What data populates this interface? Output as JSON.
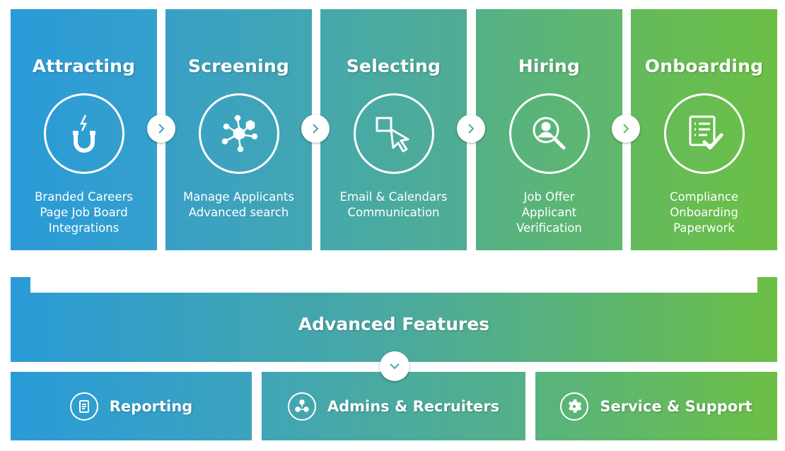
{
  "colors": {
    "blue": "#2a9bd8",
    "teal": "#4aa9a1",
    "green": "#6cbf45",
    "white": "#ffffff"
  },
  "stages": [
    {
      "title": "Attracting",
      "icon": "magnet-icon",
      "lines": [
        "Branded Careers",
        "Page Job Board",
        "Integrations"
      ]
    },
    {
      "title": "Screening",
      "icon": "network-icon",
      "lines": [
        "Manage Applicants",
        "Advanced search"
      ]
    },
    {
      "title": "Selecting",
      "icon": "cursor-select-icon",
      "lines": [
        "Email & Calendars",
        "Communication"
      ]
    },
    {
      "title": "Hiring",
      "icon": "search-person-icon",
      "lines": [
        "Job Offer",
        "Applicant",
        "Verification"
      ]
    },
    {
      "title": "Onboarding",
      "icon": "checklist-icon",
      "lines": [
        "Compliance",
        "Onboarding",
        "Paperwork"
      ]
    }
  ],
  "advanced": {
    "title": "Advanced Features"
  },
  "features": [
    {
      "label": "Reporting",
      "icon": "document-icon"
    },
    {
      "label": "Admins & Recruiters",
      "icon": "team-icon"
    },
    {
      "label": "Service & Support",
      "icon": "gear-icon"
    }
  ]
}
